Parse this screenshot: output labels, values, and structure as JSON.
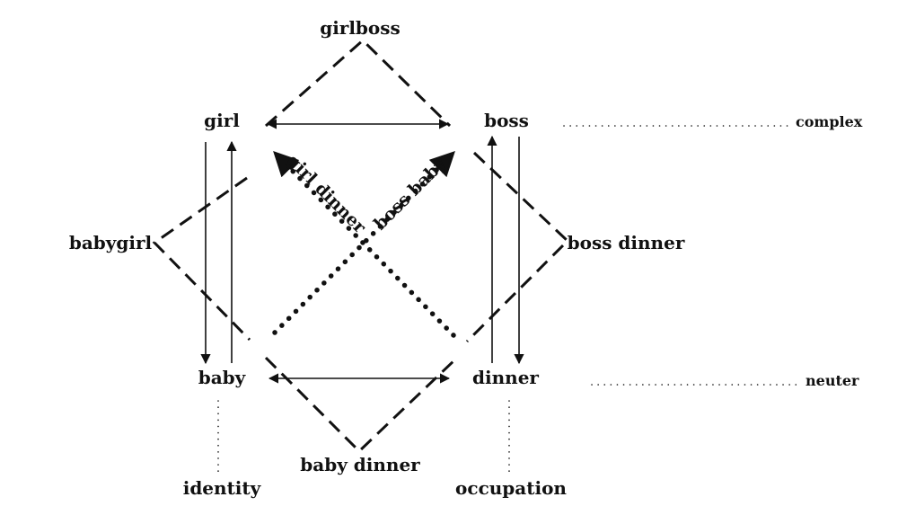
{
  "diagram": {
    "nodes": {
      "girlboss": "girlboss",
      "girl": "girl",
      "boss": "boss",
      "babygirl": "babygirl",
      "boss_dinner": "boss dinner",
      "baby": "baby",
      "dinner": "dinner",
      "baby_dinner": "baby dinner",
      "identity": "identity",
      "occupation": "occupation"
    },
    "diagonal_labels": {
      "girl_dinner": "girl dinner",
      "boss_baby": "boss baby"
    },
    "axis_labels": {
      "complex": "complex",
      "neuter": "neuter"
    }
  }
}
